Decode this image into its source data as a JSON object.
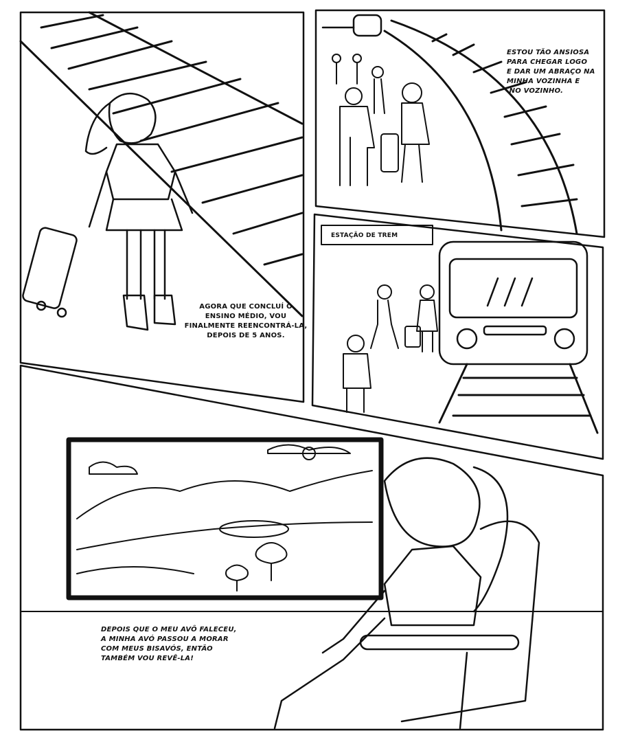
{
  "panels": {
    "panel1": {
      "caption": [
        "AGORA QUE CONCLUÍ O",
        "ENSINO MÉDIO, VOU",
        "FINALMENTE REENCONTRÁ-LA,",
        "DEPOIS DE 5 ANOS."
      ]
    },
    "panel2": {
      "caption": [
        "ESTOU TÃO ANSIOSA",
        "PARA CHEGAR LOGO",
        "E DAR UM ABRAÇO NA",
        "MINHA VOZINHA E",
        " NO VOZINHO."
      ]
    },
    "panel3": {
      "sign": "ESTAÇÃO DE TREM"
    },
    "panel4": {
      "caption": [
        "DEPOIS QUE O MEU AVÔ FALECEU,",
        "A MINHA AVÓ PASSOU A MORAR",
        "COM MEUS BISAVÓS, ENTÃO",
        "TAMBÉM VOU REVÊ-LA!"
      ]
    }
  },
  "colors": {
    "ink": "#111111",
    "paper": "#ffffff"
  }
}
